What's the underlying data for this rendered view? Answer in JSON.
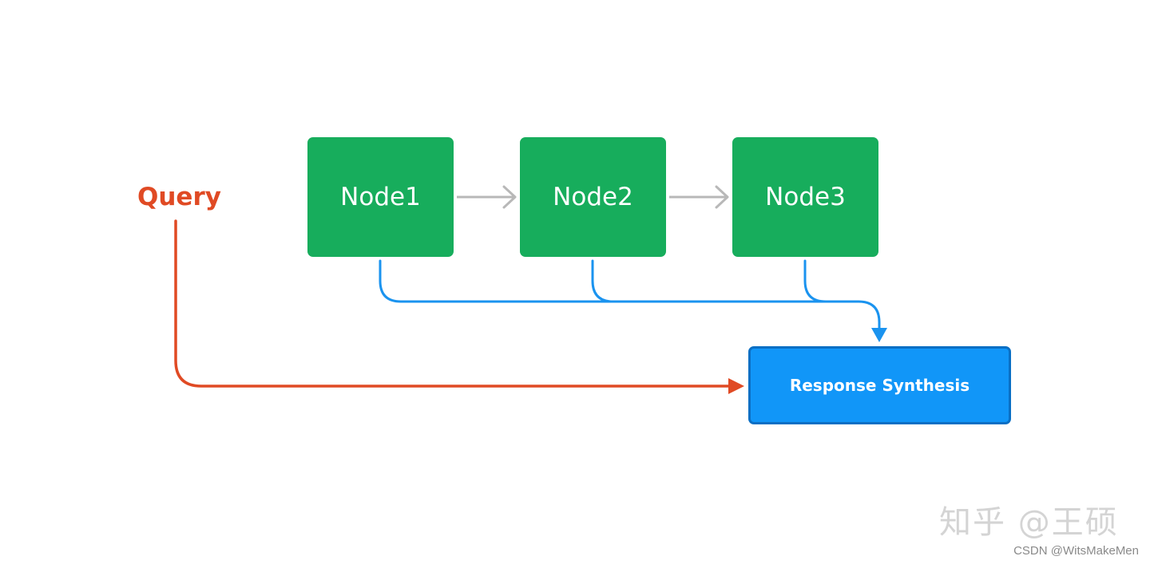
{
  "diagram": {
    "query_label": "Query",
    "nodes": [
      "Node1",
      "Node2",
      "Node3"
    ],
    "response_label": "Response Synthesis"
  },
  "colors": {
    "node_fill": "#17ad5c",
    "query": "#e04a24",
    "node_link": "#b8b8b8",
    "retrieval_link": "#1a93ef",
    "response_fill": "#1196f8",
    "response_border": "#0a6fc4"
  },
  "watermark": "知乎 @王硕",
  "credit": "CSDN @WitsMakeMen"
}
